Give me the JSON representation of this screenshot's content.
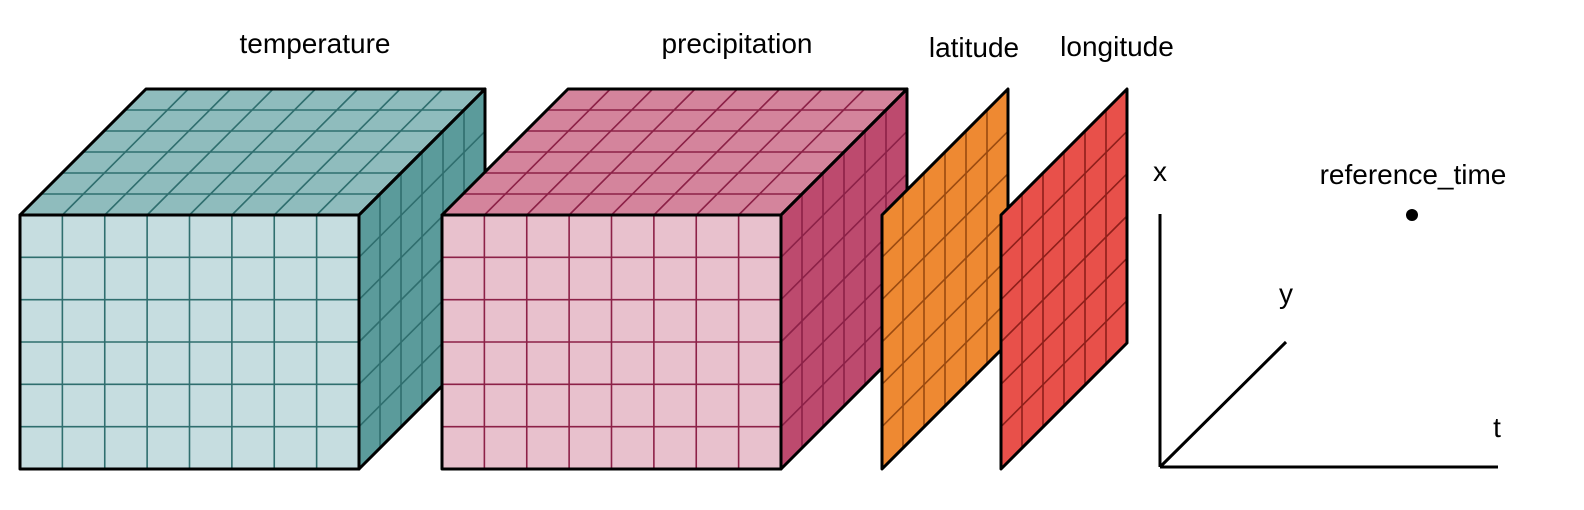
{
  "labels": {
    "temperature": "temperature",
    "precipitation": "precipitation",
    "latitude": "latitude",
    "longitude": "longitude",
    "x_axis": "x",
    "y_axis": "y",
    "t_axis": "t",
    "reference_time": "reference_time"
  },
  "colors": {
    "temperature": {
      "front": "#c6dde0",
      "top": "#8fbcbd",
      "side": "#5b9b9b",
      "grid": "#2f6e6e"
    },
    "precipitation": {
      "front": "#e8c1cd",
      "top": "#d4849c",
      "side": "#bd4a6e",
      "grid": "#8c2147"
    },
    "latitude": {
      "fill": "#ee8932",
      "grid": "#9a4a10"
    },
    "longitude": {
      "fill": "#e8504a",
      "grid": "#8e1f1a"
    },
    "outline": "#000000"
  }
}
